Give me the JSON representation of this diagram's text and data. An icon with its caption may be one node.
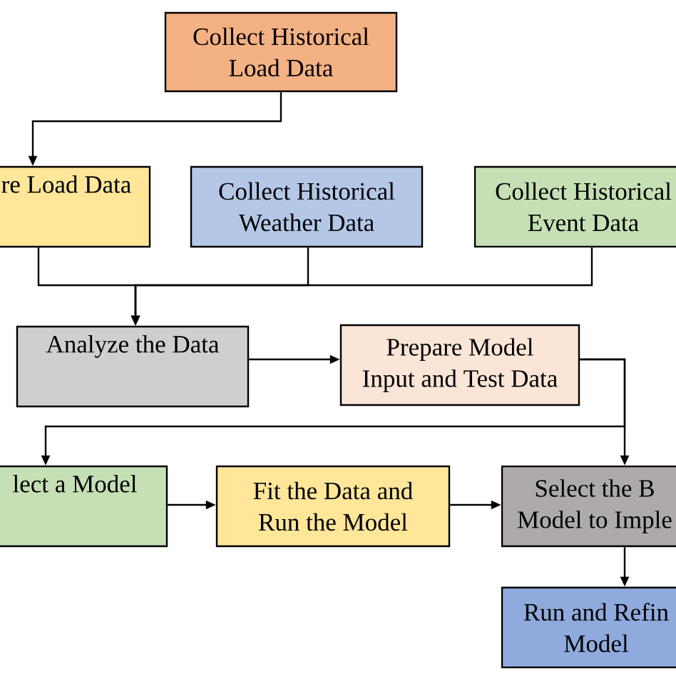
{
  "diagram": {
    "nodes": [
      {
        "text": [
          "Collect Historical Load Data"
        ]
      },
      {
        "text": [
          "re Load Data"
        ]
      },
      {
        "text": [
          "Collect Historical Weather Data"
        ]
      },
      {
        "text": [
          "Collect Historical Event Data"
        ]
      },
      {
        "text": [
          "Analyze the Data"
        ]
      },
      {
        "text": [
          "Prepare Model Input and Test Data"
        ]
      },
      {
        "text": [
          "lect a Model"
        ]
      },
      {
        "text": [
          "Fit the Data and Run the Model"
        ]
      },
      {
        "text": [
          "Select the B Model to Imple"
        ]
      },
      {
        "text": [
          "Run and Refin Model"
        ]
      }
    ],
    "edges": [
      {
        "from": 0,
        "to": 1,
        "arrow": "to"
      },
      {
        "from": 1,
        "to": 4,
        "arrow": "to"
      },
      {
        "from": 2,
        "to": 4,
        "arrow": "to"
      },
      {
        "from": 3,
        "to": 4,
        "arrow": "to"
      },
      {
        "from": 4,
        "to": 5,
        "arrow": "to"
      },
      {
        "from": 5,
        "to": 8,
        "arrow": "to"
      },
      {
        "from": 5,
        "to": 6,
        "arrow": "to"
      },
      {
        "from": 6,
        "to": 7,
        "arrow": "to"
      },
      {
        "from": 7,
        "to": 8,
        "arrow": "to"
      },
      {
        "from": 8,
        "to": 9,
        "arrow": "to"
      }
    ]
  }
}
